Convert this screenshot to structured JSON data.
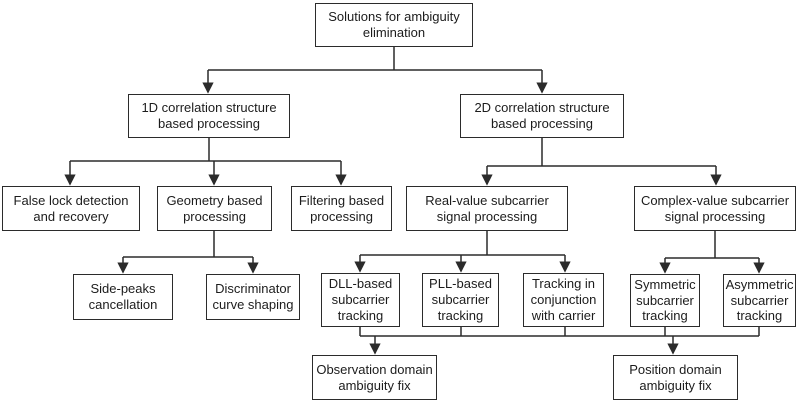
{
  "diagram": {
    "type": "flowchart",
    "root_label": "Solutions for ambiguity elimination"
  },
  "colors": {
    "line": "#2b2b2b",
    "box_border": "#2b2b2b",
    "text": "#1c1c1c",
    "background": "#ffffff"
  },
  "nodes": {
    "solutions": {
      "label": "Solutions for ambiguity elimination"
    },
    "corr-1d": {
      "label": "1D correlation structure based processing"
    },
    "corr-2d": {
      "label": "2D correlation structure based processing"
    },
    "false-lock": {
      "label": "False lock detection and recovery"
    },
    "geometry": {
      "label": "Geometry based processing"
    },
    "filtering": {
      "label": "Filtering based processing"
    },
    "real-value": {
      "label": "Real-value subcarrier signal processing"
    },
    "complex-value": {
      "label": "Complex-value subcarrier signal processing"
    },
    "side-peaks": {
      "label": "Side-peaks cancellation"
    },
    "discriminator": {
      "label": "Discriminator curve shaping"
    },
    "dll": {
      "label": "DLL-based subcarrier tracking"
    },
    "pll": {
      "label": "PLL-based subcarrier tracking"
    },
    "tracking-carrier": {
      "label": "Tracking in conjunction with carrier"
    },
    "symmetric": {
      "label": "Symmetric subcarrier tracking"
    },
    "asymmetric": {
      "label": "Asymmetric subcarrier tracking"
    },
    "observation-fix": {
      "label": "Observation domain ambiguity fix"
    },
    "position-fix": {
      "label": "Position domain ambiguity fix"
    }
  },
  "edges": [
    [
      "solutions",
      "corr-1d"
    ],
    [
      "solutions",
      "corr-2d"
    ],
    [
      "corr-1d",
      "false-lock"
    ],
    [
      "corr-1d",
      "geometry"
    ],
    [
      "corr-1d",
      "filtering"
    ],
    [
      "corr-2d",
      "real-value"
    ],
    [
      "corr-2d",
      "complex-value"
    ],
    [
      "geometry",
      "side-peaks"
    ],
    [
      "geometry",
      "discriminator"
    ],
    [
      "real-value",
      "dll"
    ],
    [
      "real-value",
      "pll"
    ],
    [
      "real-value",
      "tracking-carrier"
    ],
    [
      "complex-value",
      "symmetric"
    ],
    [
      "complex-value",
      "asymmetric"
    ]
  ],
  "collector": {
    "from": [
      "dll",
      "pll",
      "tracking-carrier",
      "symmetric",
      "asymmetric"
    ],
    "to": [
      "observation-fix",
      "position-fix"
    ]
  }
}
